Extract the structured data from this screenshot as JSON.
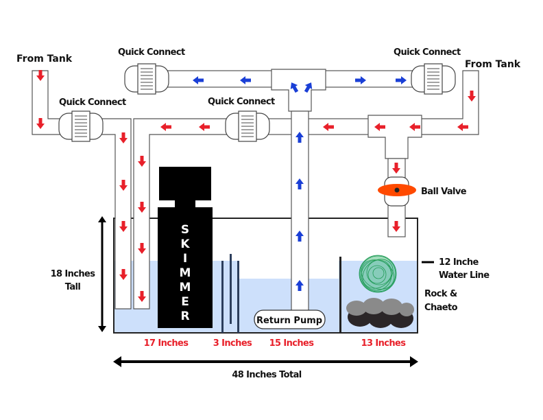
{
  "title": "Sump plumbing diagram",
  "colors": {
    "supply_arrow": "#e8202a",
    "return_arrow": "#1a3fd6",
    "water": "#cde0fb",
    "skimmer": "#000000",
    "ball_valve": "#ff4a00",
    "chaeto": "#1f9a55",
    "rock_light": "#8a8a8a",
    "rock_dark": "#2b2628",
    "baffle": "#2c3e5c",
    "dimension_label": "#e8202a"
  },
  "labels": {
    "from_tank_left": "From Tank",
    "from_tank_right": "From Tank",
    "quick_connect_top_left": "Quick Connect",
    "quick_connect_top_right": "Quick Connect",
    "quick_connect_left": "Quick Connect",
    "quick_connect_middle": "Quick Connect",
    "ball_valve": "Ball Valve",
    "return_pump": "Return Pump",
    "skimmer_letters": [
      "S",
      "K",
      "I",
      "M",
      "M",
      "E",
      "R"
    ],
    "height_line1": "18 Inches",
    "height_line2": "Tall",
    "water_line1": "12 Inche",
    "water_line2": "Water Line",
    "refugium_line1": "Rock &",
    "refugium_line2": "Chaeto",
    "total_width": "48 Inches Total"
  },
  "sections": [
    {
      "name": "skimmer-section",
      "label": "17 Inches",
      "inches": 17
    },
    {
      "name": "baffle-section",
      "label": "3 Inches",
      "inches": 3
    },
    {
      "name": "return-section",
      "label": "15 Inches",
      "inches": 15
    },
    {
      "name": "refugium-section",
      "label": "13 Inches",
      "inches": 13
    }
  ],
  "dimensions": {
    "tank_height_in": 18,
    "water_line_in": 12,
    "total_width_in": 48
  }
}
